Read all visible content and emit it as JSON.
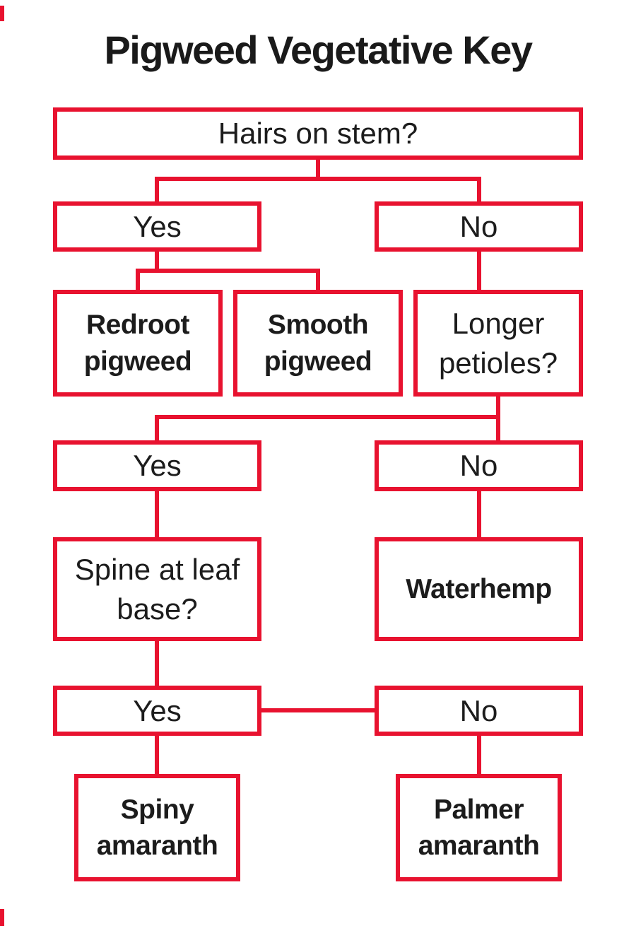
{
  "title": "Pigweed Vegetative Key",
  "colors": {
    "accent_red": "#e8122f",
    "text_black": "#1c1c1c",
    "background": "#ffffff"
  },
  "flowchart": {
    "nodes": {
      "hairs": {
        "label": "Hairs on stem?",
        "type": "question"
      },
      "yes1": {
        "label": "Yes",
        "type": "answer"
      },
      "no1": {
        "label": "No",
        "type": "answer"
      },
      "redroot": {
        "label": "Redroot pigweed",
        "type": "species"
      },
      "smooth": {
        "label": "Smooth pigweed",
        "type": "species"
      },
      "petioles": {
        "label": "Longer petioles?",
        "type": "question"
      },
      "yes2": {
        "label": "Yes",
        "type": "answer"
      },
      "no2": {
        "label": "No",
        "type": "answer"
      },
      "spine": {
        "label": "Spine at leaf base?",
        "type": "question"
      },
      "waterhemp": {
        "label": "Waterhemp",
        "type": "species"
      },
      "yes3": {
        "label": "Yes",
        "type": "answer"
      },
      "no3": {
        "label": "No",
        "type": "answer"
      },
      "spiny": {
        "label": "Spiny amaranth",
        "type": "species"
      },
      "palmer": {
        "label": "Palmer amaranth",
        "type": "species"
      }
    },
    "edges": [
      "hairs -> yes1",
      "hairs -> no1",
      "yes1 -> redroot",
      "yes1 -> smooth",
      "no1 -> petioles",
      "petioles -> yes2",
      "petioles -> no2",
      "yes2 -> spine",
      "no2 -> waterhemp",
      "spine -> yes3",
      "yes3 -- no3",
      "yes3 -> spiny",
      "no3 -> palmer"
    ]
  }
}
